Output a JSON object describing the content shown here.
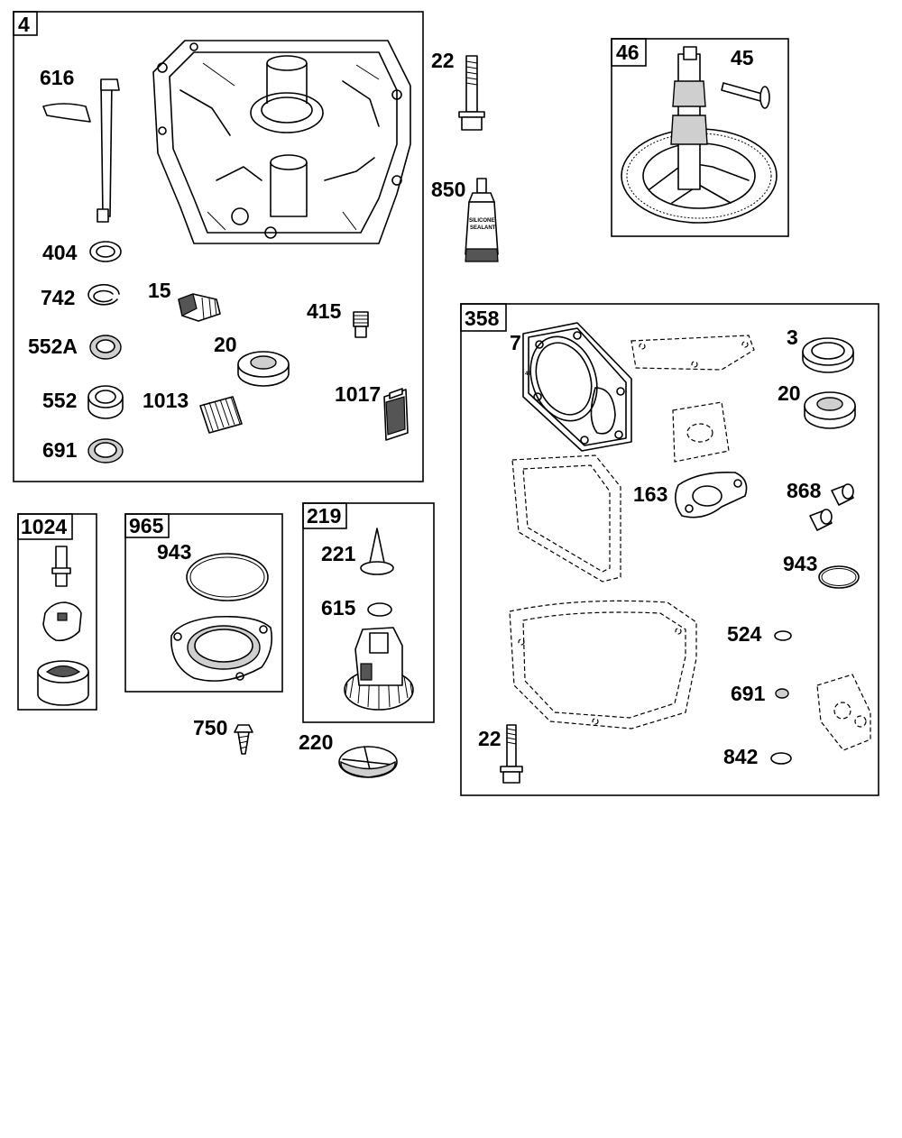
{
  "groups": {
    "g4": {
      "tag": "4"
    },
    "g46": {
      "tag": "46"
    },
    "g358": {
      "tag": "358"
    },
    "g1024": {
      "tag": "1024"
    },
    "g965": {
      "tag": "965"
    },
    "g219": {
      "tag": "219"
    }
  },
  "parts": {
    "p616": "616",
    "p404": "404",
    "p742": "742",
    "p552a": "552A",
    "p552": "552",
    "p691a": "691",
    "p15": "15",
    "p415": "415",
    "p20a": "20",
    "p1013": "1013",
    "p1017": "1017",
    "p22a": "22",
    "p850": "850",
    "p45": "45",
    "p7": "7",
    "p3": "3",
    "p20b": "20",
    "p163": "163",
    "p868": "868",
    "p943a": "943",
    "p524": "524",
    "p691b": "691",
    "p22b": "22",
    "p842": "842",
    "p943b": "943",
    "p221": "221",
    "p615": "615",
    "p750": "750",
    "p220": "220"
  },
  "tube_text": {
    "line1": "SILICONE",
    "line2": "SEALANT"
  },
  "gasket_mark": "44"
}
